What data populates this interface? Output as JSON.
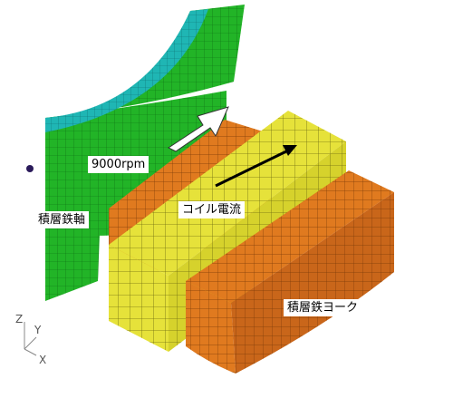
{
  "labels": {
    "rotation_speed": "9000rpm",
    "coil_current": "コイル電流",
    "laminated_shaft": "積層鉄軸",
    "laminated_yoke": "積層鉄ヨーク"
  },
  "axes": {
    "z": "Z",
    "y": "Y",
    "x": "X"
  },
  "colors": {
    "rotor_green": "#22b427",
    "rotor_cyan": "#1fb6b4",
    "coil_yellow": "#e6e23a",
    "yoke_orange": "#e07a1f",
    "mesh_line": "#5a5a5a",
    "marker_dot": "#2a1a5a"
  }
}
